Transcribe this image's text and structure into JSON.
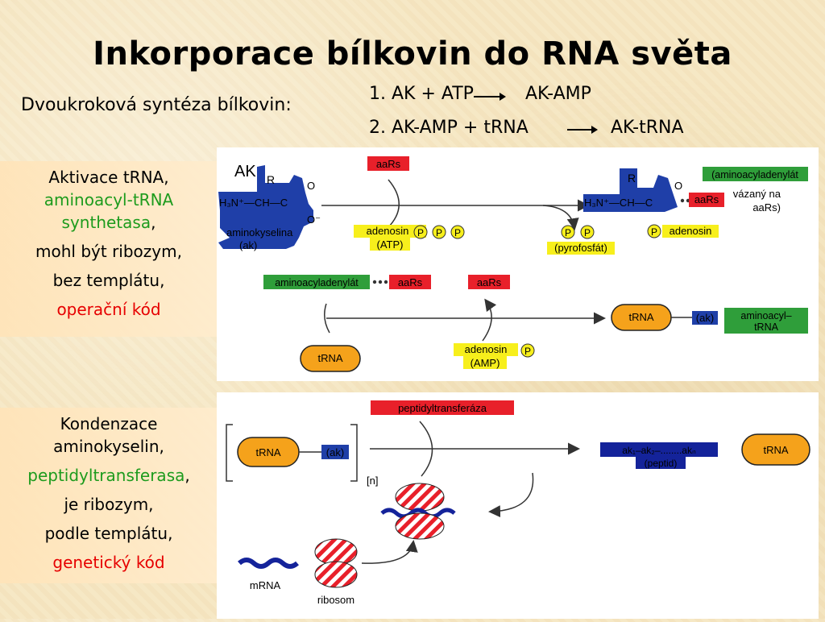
{
  "slide": {
    "title": "Inkorporace bílkovin do RNA světa",
    "subtitle": "Dvoukroková syntéza bílkovin:",
    "step1": {
      "left": "1. AK + ATP",
      "right": "AK-AMP"
    },
    "step2": {
      "left": "2. AK-AMP + tRNA",
      "right": "AK-tRNA"
    }
  },
  "box1": {
    "line1": "Aktivace tRNA,",
    "line2": "aminoacyl-tRNA",
    "line3": "synthetasa",
    "line3_suffix": ",",
    "line4": "mohl být ribozym,",
    "line5": "bez templátu,",
    "line6": "operační kód"
  },
  "box2": {
    "line1": "Kondenzace",
    "line2": "aminokyselin,",
    "line3": "peptidyltransferasa",
    "line3_suffix": ",",
    "line4": "je ribozym,",
    "line5": "podle templátu,",
    "line6": "genetický kód"
  },
  "diagram1": {
    "ak_label": "AK",
    "r": "R",
    "h3n_ch": "H₃N⁺—CH—C",
    "o": "O",
    "o_minus": "O⁻",
    "aminokyselina": "aminokyselina",
    "ak_paren": "(ak)",
    "aars": "aaRs",
    "adenosin": "adenosin",
    "atp": "(ATP)",
    "p": "P",
    "pyrofosfat": "(pyrofosfát)",
    "aminoacyladenylat_paren": "(aminoacyladenylát",
    "vazany_na": "vázaný na",
    "aars_paren": "aaRs)",
    "aminoacyladenylat": "aminoacyladenylát",
    "trna": "tRNA",
    "amp": "(AMP)",
    "ak_small": "(ak)",
    "aminoacyl": "aminoacyl–",
    "trna_small": "tRNA"
  },
  "diagram2": {
    "peptidyltransferaza": "peptidyltransferáza",
    "trna": "tRNA",
    "ak": "(ak)",
    "n": "[n]",
    "peptide_chain": "ak₁–ak₂–........akₙ",
    "peptid": "(peptid)",
    "mrna": "mRNA",
    "ribosom": "ribosom"
  },
  "colors": {
    "blue": "#1f3fa8",
    "red": "#e8202a",
    "yellow": "#f7ef1c",
    "green": "#2f9e3a",
    "orange": "#f5a21b",
    "navy": "#14239a"
  }
}
